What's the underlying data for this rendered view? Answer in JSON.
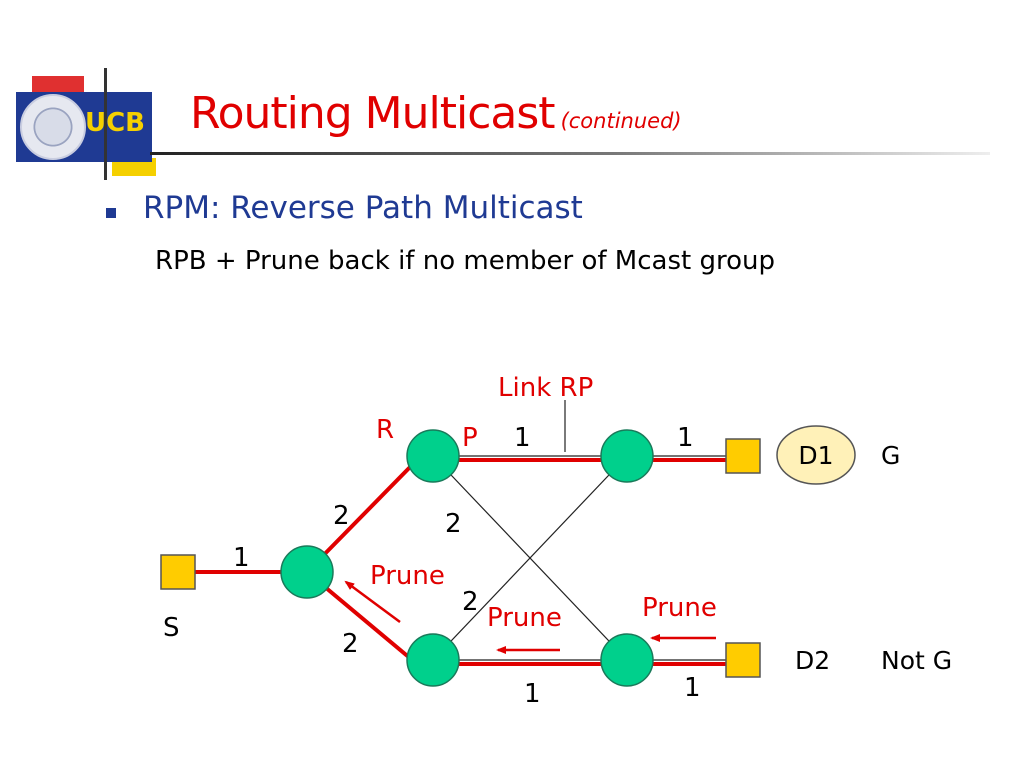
{
  "slide": {
    "title": "Routing Multicast",
    "title_suffix": "(continued)",
    "bullet": "RPM: Reverse Path Multicast",
    "sub_bullet": "RPB + Prune back if no member of Mcast group"
  },
  "logo": {
    "text": "UCB"
  },
  "colors": {
    "title": "#e00000",
    "bullet": "#1f3a93",
    "router_fill": "#00d08c",
    "host_fill": "#ffcc00",
    "tree_link": "#e00000",
    "d1_fill": "#fff1b8"
  },
  "diagram": {
    "link_rp_label": "Link RP",
    "r_label": "R",
    "p_label": "P",
    "source_label": "S",
    "d1_label": "D1",
    "d1_group": "G",
    "d2_label": "D2",
    "d2_group": "Not G",
    "prune_labels": [
      "Prune",
      "Prune",
      "Prune"
    ],
    "link_costs": {
      "s_link": "1",
      "upper_left": "2",
      "lower_left": "2",
      "top_middle": "1",
      "top_right": "1",
      "diagonal_down": "2",
      "diagonal_up": "2",
      "bottom_middle": "1",
      "bottom_right": "1"
    }
  }
}
